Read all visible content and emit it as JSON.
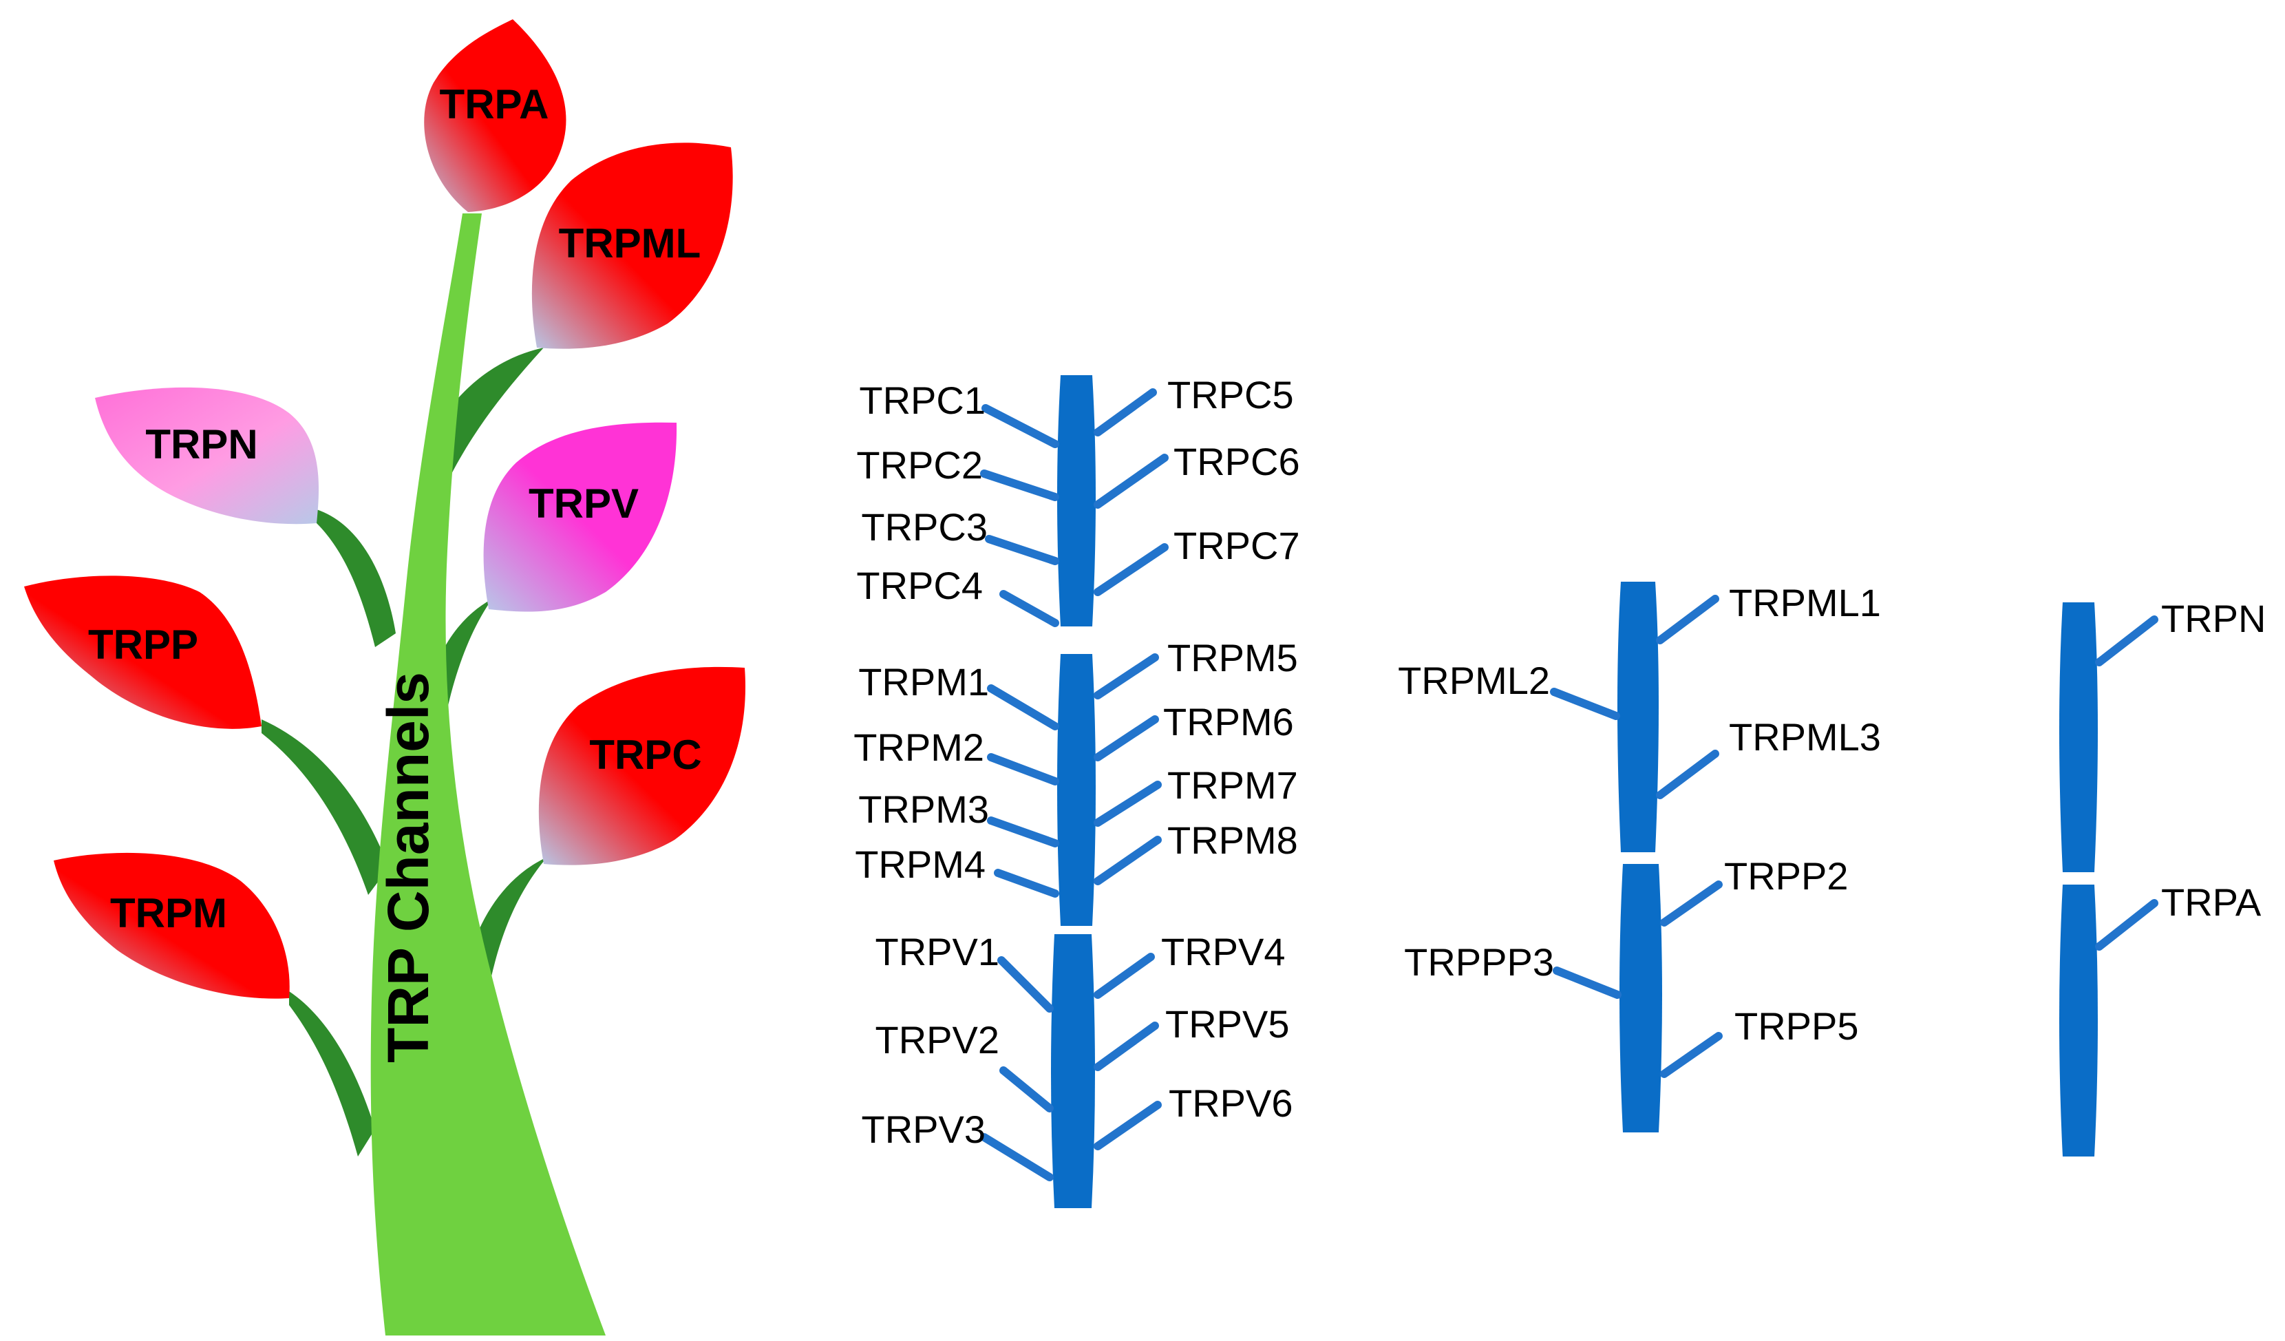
{
  "title": "TRP Channels",
  "colors": {
    "stem": "#6FD140",
    "leaf": "#2E8B2B",
    "petal_red": "#FF0000",
    "petal_pink": "#FF70D8",
    "petal_magenta": "#FF33D6",
    "petal_base": "#B8C8E8",
    "bar": "#0A6DC7",
    "connector": "#2274CC",
    "text": "#000000"
  },
  "tree": {
    "petals": [
      {
        "id": "trpa",
        "label": "TRPA",
        "color": "red"
      },
      {
        "id": "trpml",
        "label": "TRPML",
        "color": "red"
      },
      {
        "id": "trpn",
        "label": "TRPN",
        "color": "pink"
      },
      {
        "id": "trpv",
        "label": "TRPV",
        "color": "magenta"
      },
      {
        "id": "trpp",
        "label": "TRPP",
        "color": "red"
      },
      {
        "id": "trpc",
        "label": "TRPC",
        "color": "red"
      },
      {
        "id": "trpm",
        "label": "TRPM",
        "color": "red"
      }
    ]
  },
  "groups": {
    "trpc": {
      "left": [
        "TRPC1",
        "TRPC2",
        "TRPC3",
        "TRPC4"
      ],
      "right": [
        "TRPC5",
        "TRPC6",
        "TRPC7"
      ]
    },
    "trpm": {
      "left": [
        "TRPM1",
        "TRPM2",
        "TRPM3",
        "TRPM4"
      ],
      "right": [
        "TRPM5",
        "TRPM6",
        "TRPM7",
        "TRPM8"
      ]
    },
    "trpv": {
      "left": [
        "TRPV1",
        "TRPV2",
        "TRPV3"
      ],
      "right": [
        "TRPV4",
        "TRPV5",
        "TRPV6"
      ]
    },
    "trpml": {
      "left": [
        "TRPML2"
      ],
      "right": [
        "TRPML1",
        "TRPML3"
      ]
    },
    "trpp": {
      "left": [
        "TRPPP3"
      ],
      "right": [
        "TRPP2",
        "TRPP5"
      ]
    },
    "trpn": {
      "right": [
        "TRPN"
      ]
    },
    "trpa": {
      "right": [
        "TRPA"
      ]
    }
  }
}
